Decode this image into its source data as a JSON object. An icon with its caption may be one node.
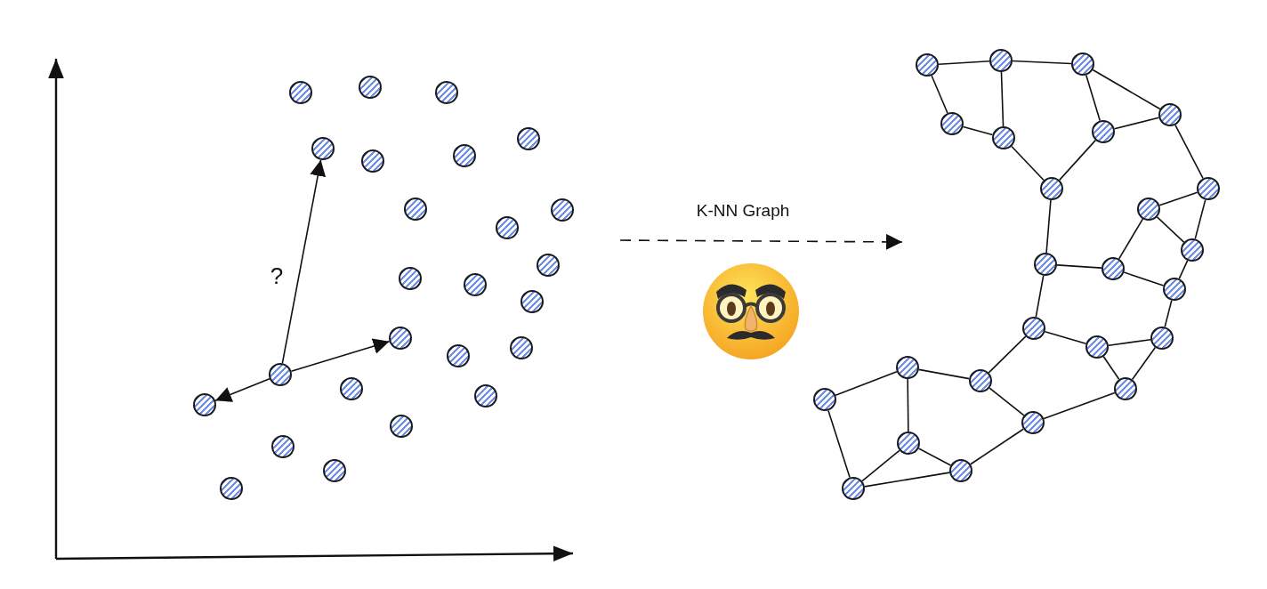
{
  "diagram": {
    "nodes": [
      {
        "text": [],
        "shape": "circle"
      },
      {
        "text": [],
        "shape": "circle"
      },
      {
        "text": [],
        "shape": "circle"
      },
      {
        "text": [],
        "shape": "circle"
      },
      {
        "text": [],
        "shape": "circle"
      },
      {
        "text": [],
        "shape": "circle"
      },
      {
        "text": [],
        "shape": "circle"
      },
      {
        "text": [],
        "shape": "circle"
      },
      {
        "text": [],
        "shape": "circle"
      },
      {
        "text": [],
        "shape": "circle"
      },
      {
        "text": [],
        "shape": "circle"
      },
      {
        "text": [],
        "shape": "circle"
      },
      {
        "text": [],
        "shape": "circle"
      },
      {
        "text": [],
        "shape": "circle"
      },
      {
        "text": [],
        "shape": "circle"
      },
      {
        "text": [],
        "shape": "circle"
      },
      {
        "text": [],
        "shape": "circle"
      },
      {
        "text": [],
        "shape": "circle"
      },
      {
        "text": [],
        "shape": "circle"
      },
      {
        "text": [],
        "shape": "circle"
      },
      {
        "text": [],
        "shape": "circle"
      },
      {
        "text": [],
        "shape": "circle"
      },
      {
        "text": [],
        "shape": "circle"
      },
      {
        "text": [],
        "shape": "circle"
      },
      {
        "text": [],
        "shape": "circle"
      },
      {
        "text": [],
        "shape": "circle"
      },
      {
        "text": [],
        "shape": "circle"
      },
      {
        "text": [],
        "shape": "circle"
      },
      {
        "text": [],
        "shape": "circle"
      },
      {
        "text": [],
        "shape": "circle"
      },
      {
        "text": [],
        "shape": "circle"
      },
      {
        "text": [],
        "shape": "circle"
      },
      {
        "text": [],
        "shape": "circle"
      },
      {
        "text": [],
        "shape": "circle"
      },
      {
        "text": [],
        "shape": "circle"
      },
      {
        "text": [],
        "shape": "circle"
      },
      {
        "text": [],
        "shape": "circle"
      },
      {
        "text": [],
        "shape": "circle"
      },
      {
        "text": [],
        "shape": "circle"
      },
      {
        "text": [],
        "shape": "circle"
      },
      {
        "text": [],
        "shape": "circle"
      },
      {
        "text": [],
        "shape": "circle"
      },
      {
        "text": [],
        "shape": "circle"
      },
      {
        "text": [],
        "shape": "circle"
      },
      {
        "text": [],
        "shape": "circle"
      },
      {
        "text": [],
        "shape": "circle"
      },
      {
        "text": [],
        "shape": "circle"
      },
      {
        "text": [],
        "shape": "circle"
      },
      {
        "text": [],
        "shape": "circle"
      },
      {
        "text": [],
        "shape": "circle"
      }
    ],
    "edges": [
      {
        "from": 17,
        "to": 4,
        "arrow": "to",
        "label": "?"
      },
      {
        "from": 17,
        "to": 14,
        "arrow": "to"
      },
      {
        "from": 17,
        "to": 20,
        "arrow": "to"
      },
      {
        "from": 25,
        "to": 26,
        "arrow": "none"
      },
      {
        "from": 26,
        "to": 27,
        "arrow": "none"
      },
      {
        "from": 25,
        "to": 28,
        "arrow": "none"
      },
      {
        "from": 28,
        "to": 29,
        "arrow": "none"
      },
      {
        "from": 26,
        "to": 29,
        "arrow": "none"
      },
      {
        "from": 27,
        "to": 30,
        "arrow": "none"
      },
      {
        "from": 27,
        "to": 31,
        "arrow": "none"
      },
      {
        "from": 30,
        "to": 31,
        "arrow": "none"
      },
      {
        "from": 29,
        "to": 32,
        "arrow": "none"
      },
      {
        "from": 30,
        "to": 32,
        "arrow": "none"
      },
      {
        "from": 31,
        "to": 33,
        "arrow": "none"
      },
      {
        "from": 34,
        "to": 33,
        "arrow": "none"
      },
      {
        "from": 34,
        "to": 35,
        "arrow": "none"
      },
      {
        "from": 33,
        "to": 35,
        "arrow": "none"
      },
      {
        "from": 32,
        "to": 36,
        "arrow": "none"
      },
      {
        "from": 34,
        "to": 37,
        "arrow": "none"
      },
      {
        "from": 36,
        "to": 37,
        "arrow": "none"
      },
      {
        "from": 37,
        "to": 38,
        "arrow": "none"
      },
      {
        "from": 35,
        "to": 38,
        "arrow": "none"
      },
      {
        "from": 38,
        "to": 41,
        "arrow": "none"
      },
      {
        "from": 36,
        "to": 39,
        "arrow": "none"
      },
      {
        "from": 39,
        "to": 40,
        "arrow": "none"
      },
      {
        "from": 40,
        "to": 41,
        "arrow": "none"
      },
      {
        "from": 40,
        "to": 45,
        "arrow": "none"
      },
      {
        "from": 41,
        "to": 45,
        "arrow": "none"
      },
      {
        "from": 39,
        "to": 43,
        "arrow": "none"
      },
      {
        "from": 42,
        "to": 43,
        "arrow": "none"
      },
      {
        "from": 42,
        "to": 44,
        "arrow": "none"
      },
      {
        "from": 42,
        "to": 47,
        "arrow": "none"
      },
      {
        "from": 44,
        "to": 49,
        "arrow": "none"
      },
      {
        "from": 47,
        "to": 49,
        "arrow": "none"
      },
      {
        "from": 47,
        "to": 48,
        "arrow": "none"
      },
      {
        "from": 49,
        "to": 48,
        "arrow": "none"
      },
      {
        "from": 43,
        "to": 46,
        "arrow": "none"
      },
      {
        "from": 46,
        "to": 45,
        "arrow": "none"
      },
      {
        "from": 48,
        "to": 46,
        "arrow": "none"
      }
    ],
    "labels": [
      "K-NN Graph"
    ]
  }
}
